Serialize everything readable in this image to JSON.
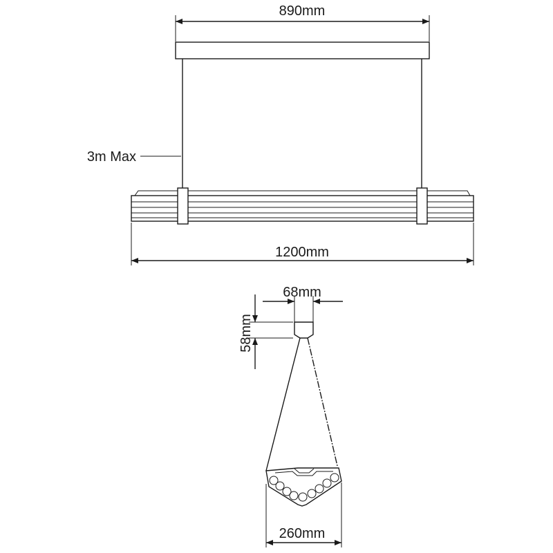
{
  "dimensions": {
    "canopy_width": "890mm",
    "cable_length": "3m Max",
    "fixture_length": "1200mm",
    "canopy_side": "68mm",
    "canopy_height": "58mm",
    "fixture_side": "260mm"
  },
  "colors": {
    "line": "#1a1a1a",
    "background": "#ffffff"
  }
}
